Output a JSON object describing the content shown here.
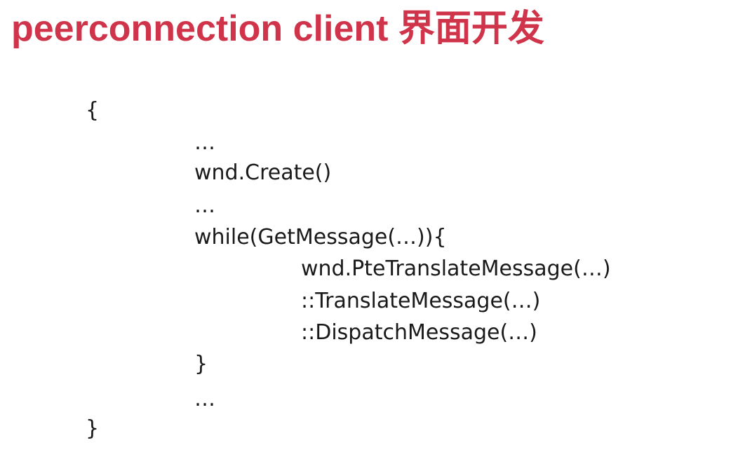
{
  "title": "peerconnection client 界面开发",
  "code": {
    "open_brace": "{",
    "ellipsis_1": "…",
    "create_call": "wnd.Create()",
    "ellipsis_2": "…",
    "while_loop": "while(GetMessage(…)){",
    "pre_translate": "wnd.PteTranslateMessage(…)",
    "translate": "::TranslateMessage(…)",
    "dispatch": "::DispatchMessage(…)",
    "close_while": "}",
    "ellipsis_3": "…",
    "close_brace": "}"
  }
}
